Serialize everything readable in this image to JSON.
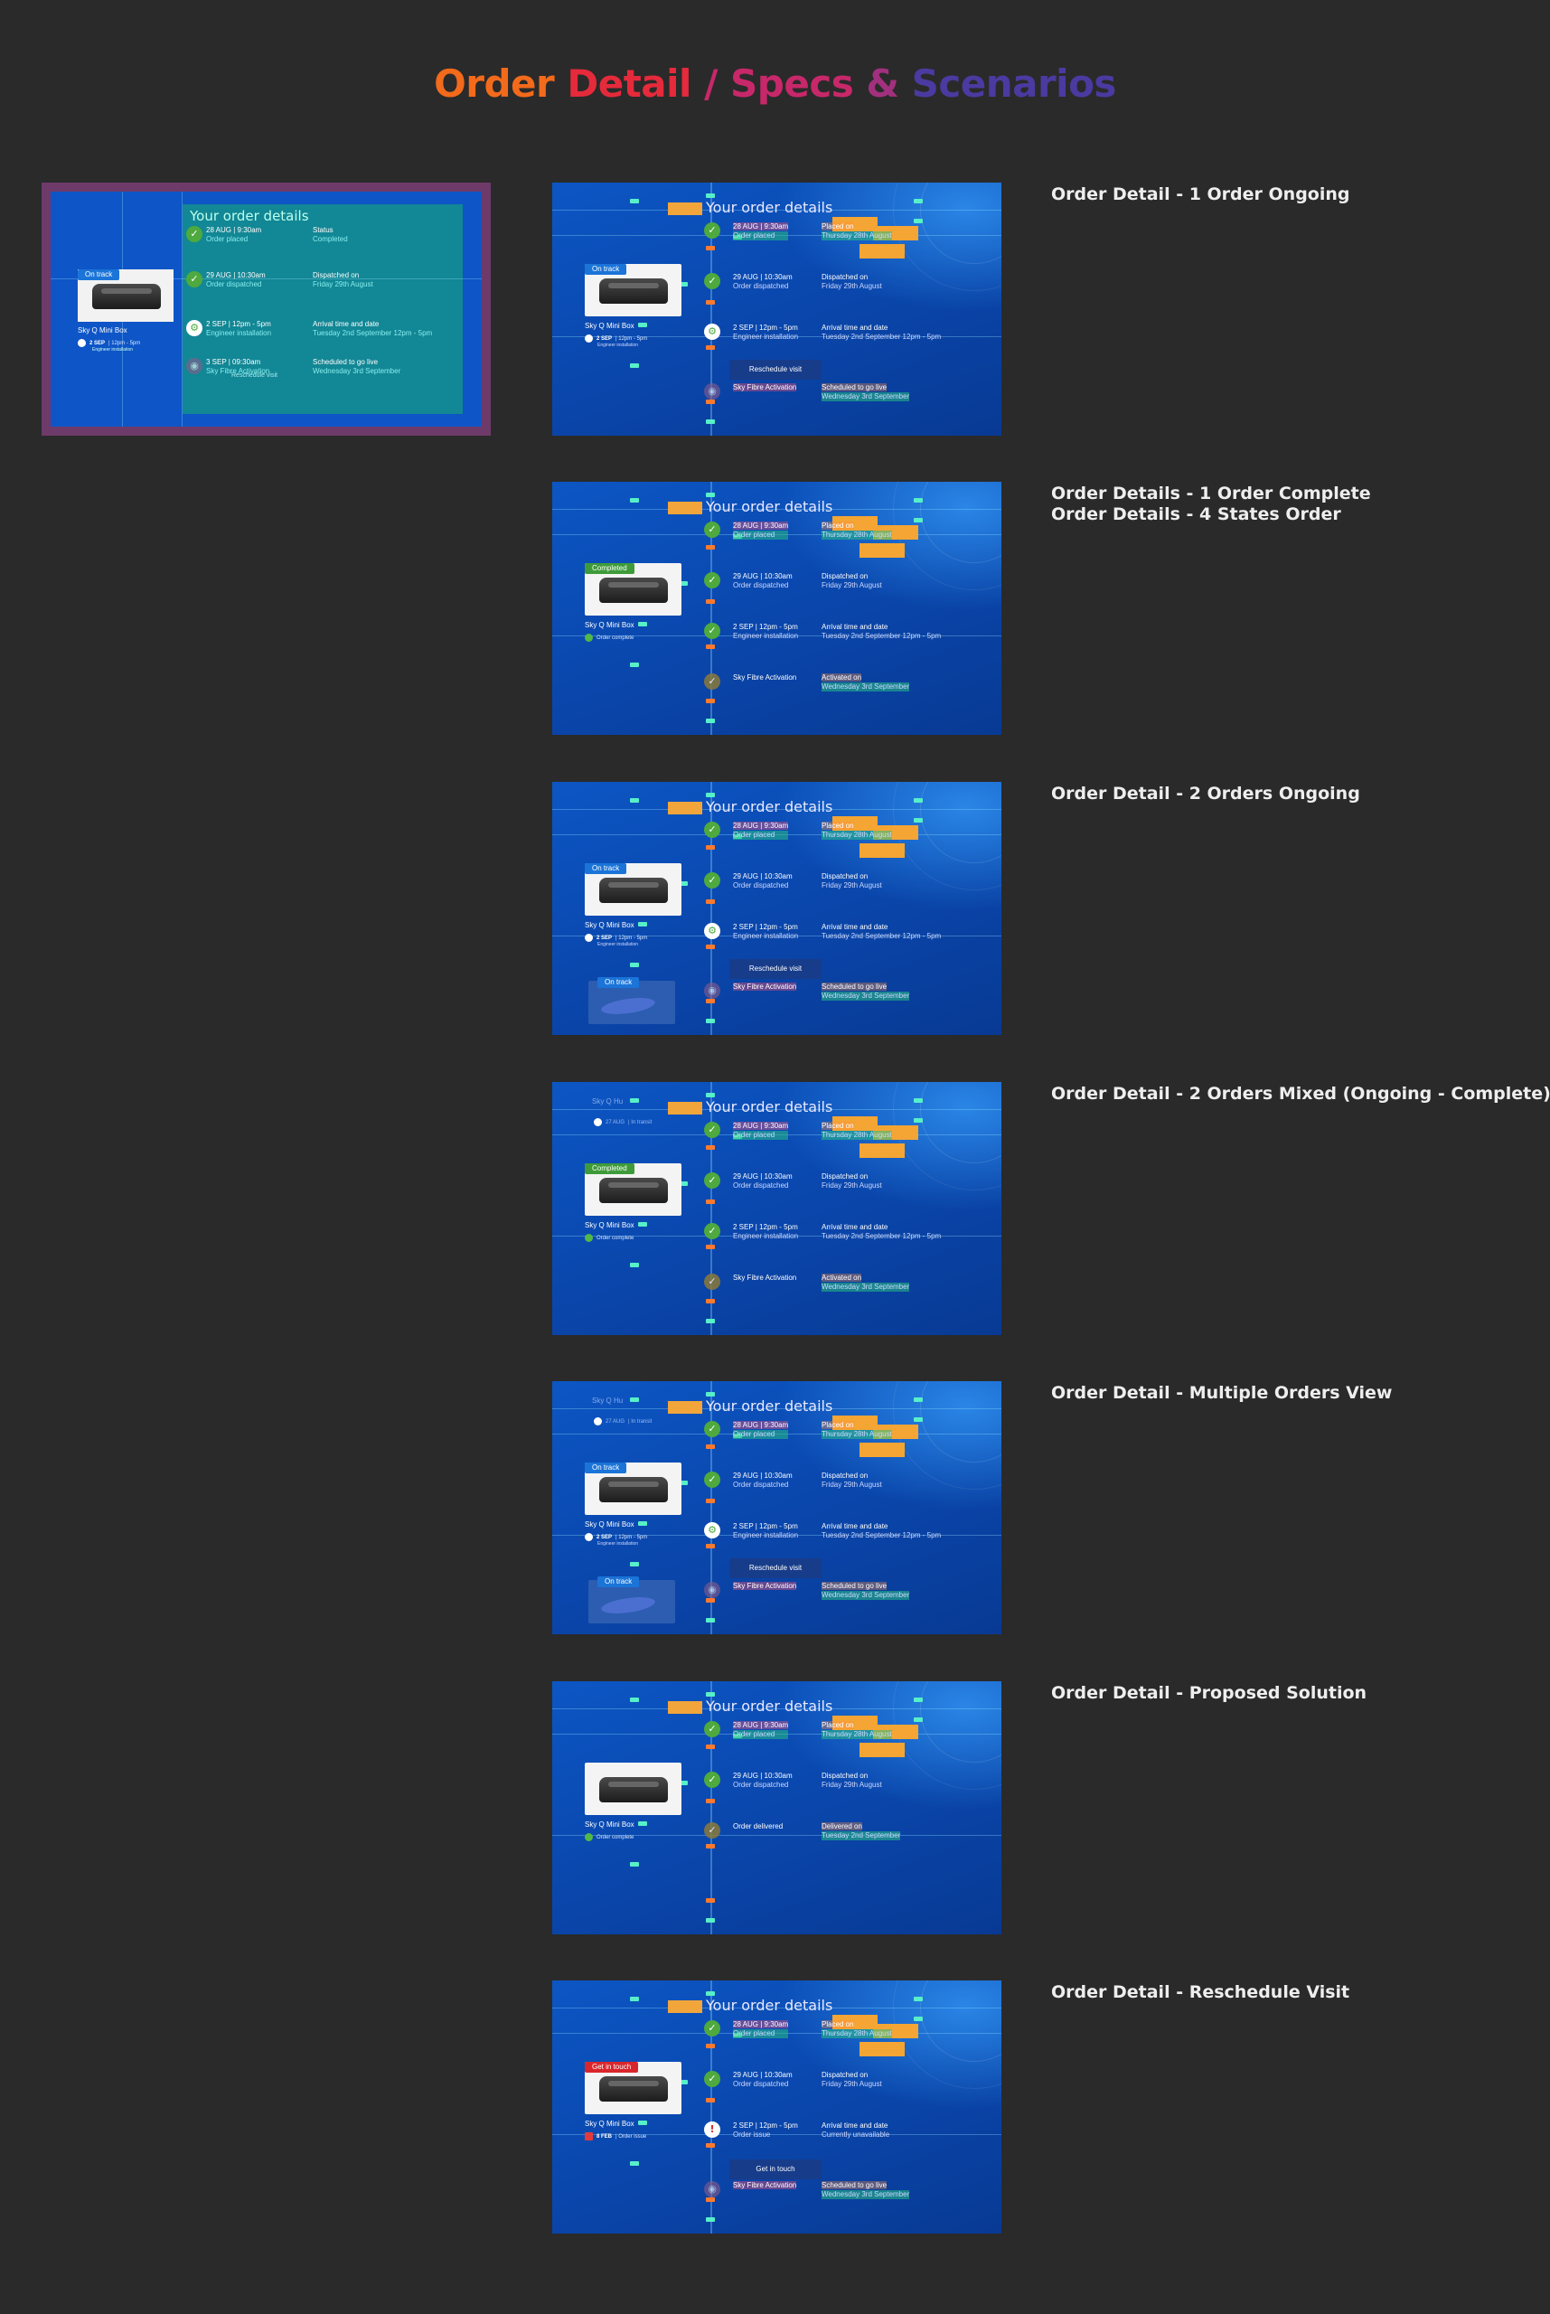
{
  "heading": {
    "parts": [
      {
        "text": "Order ",
        "color": "#f26a1b"
      },
      {
        "text": "Detail ",
        "color": "#e52a3b"
      },
      {
        "text": "/ Specs ",
        "color": "#c7286a"
      },
      {
        "text": "& ",
        "color": "#a2307e"
      },
      {
        "text": "Scenarios",
        "color": "#4b3aa0"
      }
    ]
  },
  "spec": {
    "title": "Your order details",
    "badge": "On track",
    "product": "Sky Q Mini Box",
    "status_date": "2 SEP",
    "status_text": "| 12pm - 5pm",
    "status_sub": "Engineer installation",
    "steps": [
      {
        "l1": "28 AUG | 9:30am",
        "l2": "Order placed",
        "r1": "Status",
        "r2": "Completed"
      },
      {
        "l1": "29 AUG | 10:30am",
        "l2": "Order dispatched",
        "r1": "Dispatched on",
        "r2": "Friday 29th August"
      },
      {
        "l1": "2 SEP | 12pm - 5pm",
        "l2": "Engineer installation",
        "r1": "Arrival time and date",
        "r2": "Tuesday 2nd September 12pm - 5pm"
      },
      {
        "l1": "3 SEP | 09:30am",
        "l2": "Sky Fibre Activation",
        "r1": "Scheduled to go live",
        "r2": "Wednesday 3rd September"
      }
    ],
    "cta": "Reschedule visit"
  },
  "frames": [
    {
      "label_lines": [
        "Order Detail - 1 Order Ongoing"
      ],
      "title": "Your order details",
      "badge": "On track",
      "badge_class": "b-blue",
      "product": "Sky Q Mini Box",
      "pstat_date": "2 SEP",
      "pstat_text": "| 12pm - 5pm",
      "pstat_sub": "Engineer installation",
      "steps": [
        {
          "icon": "✓",
          "cls": "i-ok",
          "l1": "28 AUG | 9:30am",
          "l2": "Order placed",
          "r1": "Placed on",
          "r2": "Thursday 28th August"
        },
        {
          "icon": "✓",
          "cls": "i-ok",
          "l1": "29 AUG | 10:30am",
          "l2": "Order dispatched",
          "r1": "Dispatched on",
          "r2": "Friday 29th August"
        },
        {
          "icon": "⚙",
          "cls": "i-w",
          "l1": "2 SEP | 12pm - 5pm",
          "l2": "Engineer installation",
          "r1": "Arrival time and date",
          "r2": "Tuesday 2nd September 12pm - 5pm"
        },
        {
          "icon": "◉",
          "cls": "i-fb",
          "l1": "Sky Fibre Activation",
          "l2": "",
          "r1": "Scheduled to go live",
          "r2": "Wednesday 3rd September"
        }
      ],
      "cta": "Reschedule visit"
    },
    {
      "label_lines": [
        "Order Details - 1 Order Complete",
        "Order Details - 4 States Order"
      ],
      "title": "Your order details",
      "badge": "Completed",
      "badge_class": "b-green",
      "product": "Sky Q Mini Box",
      "pstat_date": "",
      "pstat_text": "Order complete",
      "pstat_sub": "",
      "steps": [
        {
          "icon": "✓",
          "cls": "i-ok",
          "l1": "28 AUG | 9:30am",
          "l2": "Order placed",
          "r1": "Placed on",
          "r2": "Thursday 28th August"
        },
        {
          "icon": "✓",
          "cls": "i-ok",
          "l1": "29 AUG | 10:30am",
          "l2": "Order dispatched",
          "r1": "Dispatched on",
          "r2": "Friday 29th August"
        },
        {
          "icon": "✓",
          "cls": "i-ok",
          "l1": "2 SEP | 12pm - 5pm",
          "l2": "Engineer installation",
          "r1": "Arrival time and date",
          "r2": "Tuesday 2nd September 12pm - 5pm"
        },
        {
          "icon": "✓",
          "cls": "i-dim",
          "l1": "Sky Fibre Activation",
          "l2": "",
          "r1": "Activated on",
          "r2": "Wednesday 3rd September"
        }
      ],
      "cta": ""
    },
    {
      "label_lines": [
        "Order Detail - 2 Orders Ongoing"
      ],
      "title": "Your order details",
      "badge": "On track",
      "badge_class": "b-blue",
      "product": "Sky Q Mini Box",
      "pstat_date": "2 SEP",
      "pstat_text": "| 12pm - 5pm",
      "pstat_sub": "Engineer installation",
      "second_badge": "On track",
      "steps": [
        {
          "icon": "✓",
          "cls": "i-ok",
          "l1": "28 AUG | 9:30am",
          "l2": "Order placed",
          "r1": "Placed on",
          "r2": "Thursday 28th August"
        },
        {
          "icon": "✓",
          "cls": "i-ok",
          "l1": "29 AUG | 10:30am",
          "l2": "Order dispatched",
          "r1": "Dispatched on",
          "r2": "Friday 29th August"
        },
        {
          "icon": "⚙",
          "cls": "i-w",
          "l1": "2 SEP | 12pm - 5pm",
          "l2": "Engineer installation",
          "r1": "Arrival time and date",
          "r2": "Tuesday 2nd September 12pm - 5pm"
        },
        {
          "icon": "◉",
          "cls": "i-fb",
          "l1": "Sky Fibre Activation",
          "l2": "",
          "r1": "Scheduled to go live",
          "r2": "Wednesday 3rd September"
        }
      ],
      "cta": "Reschedule visit"
    },
    {
      "label_lines": [
        "Order Detail - 2 Orders Mixed (Ongoing - Complete)"
      ],
      "title": "Your order details",
      "badge": "Completed",
      "badge_class": "b-green",
      "product": "Sky Q Mini Box",
      "pstat_date": "",
      "pstat_text": "Order complete",
      "pstat_sub": "",
      "ghost_name": "Sky Q Hu",
      "ghost_date": "27 AUG",
      "ghost_text": "| In transit",
      "steps": [
        {
          "icon": "✓",
          "cls": "i-ok",
          "l1": "28 AUG | 9:30am",
          "l2": "Order placed",
          "r1": "Placed on",
          "r2": "Thursday 28th August"
        },
        {
          "icon": "✓",
          "cls": "i-ok",
          "l1": "29 AUG | 10:30am",
          "l2": "Order dispatched",
          "r1": "Dispatched on",
          "r2": "Friday 29th August"
        },
        {
          "icon": "✓",
          "cls": "i-ok",
          "l1": "2 SEP | 12pm - 5pm",
          "l2": "Engineer installation",
          "r1": "Arrival time and date",
          "r2": "Tuesday 2nd September 12pm - 5pm"
        },
        {
          "icon": "✓",
          "cls": "i-dim",
          "l1": "Sky Fibre Activation",
          "l2": "",
          "r1": "Activated on",
          "r2": "Wednesday 3rd September"
        }
      ],
      "cta": ""
    },
    {
      "label_lines": [
        "Order Detail - Multiple Orders View"
      ],
      "title": "Your order details",
      "badge": "On track",
      "badge_class": "b-blue",
      "product": "Sky Q Mini Box",
      "pstat_date": "2 SEP",
      "pstat_text": "| 12pm - 5pm",
      "pstat_sub": "Engineer installation",
      "ghost_name": "Sky Q Hu",
      "ghost_date": "27 AUG",
      "ghost_text": "| In transit",
      "second_badge": "On track",
      "steps": [
        {
          "icon": "✓",
          "cls": "i-ok",
          "l1": "28 AUG | 9:30am",
          "l2": "Order placed",
          "r1": "Placed on",
          "r2": "Thursday 28th August"
        },
        {
          "icon": "✓",
          "cls": "i-ok",
          "l1": "29 AUG | 10:30am",
          "l2": "Order dispatched",
          "r1": "Dispatched on",
          "r2": "Friday 29th August"
        },
        {
          "icon": "⚙",
          "cls": "i-w",
          "l1": "2 SEP | 12pm - 5pm",
          "l2": "Engineer installation",
          "r1": "Arrival time and date",
          "r2": "Tuesday 2nd September 12pm - 5pm"
        },
        {
          "icon": "◉",
          "cls": "i-fb",
          "l1": "Sky Fibre Activation",
          "l2": "",
          "r1": "Scheduled to go live",
          "r2": "Wednesday 3rd September"
        }
      ],
      "cta": "Reschedule visit"
    },
    {
      "label_lines": [
        "Order Detail - Proposed Solution"
      ],
      "title": "Your order details",
      "badge": "",
      "badge_class": "",
      "product": "Sky Q Mini Box",
      "pstat_date": "",
      "pstat_text": "Order complete",
      "pstat_sub": "",
      "steps": [
        {
          "icon": "✓",
          "cls": "i-ok",
          "l1": "28 AUG | 9:30am",
          "l2": "Order placed",
          "r1": "Placed on",
          "r2": "Thursday 28th August"
        },
        {
          "icon": "✓",
          "cls": "i-ok",
          "l1": "29 AUG | 10:30am",
          "l2": "Order dispatched",
          "r1": "Dispatched on",
          "r2": "Friday 29th August"
        },
        {
          "icon": "✓",
          "cls": "i-dim",
          "l1": "Order delivered",
          "l2": "",
          "r1": "Delivered on",
          "r2": "Tuesday 2nd September"
        }
      ],
      "cta": ""
    },
    {
      "label_lines": [
        "Order Detail - Reschedule Visit"
      ],
      "title": "Your order details",
      "badge": "Get in touch",
      "badge_class": "b-red",
      "product": "Sky Q Mini Box",
      "pstat_date": "8 FEB",
      "pstat_text": "| Order issue",
      "pstat_sub": "",
      "pstat_err": true,
      "steps": [
        {
          "icon": "✓",
          "cls": "i-ok",
          "l1": "28 AUG | 9:30am",
          "l2": "Order placed",
          "r1": "Placed on",
          "r2": "Thursday 28th August"
        },
        {
          "icon": "✓",
          "cls": "i-ok",
          "l1": "29 AUG | 10:30am",
          "l2": "Order dispatched",
          "r1": "Dispatched on",
          "r2": "Friday 29th August"
        },
        {
          "icon": "!",
          "cls": "i-err",
          "l1": "2 SEP | 12pm - 5pm",
          "l2": "Order issue",
          "r1": "Arrival time and date",
          "r2": "Currently unavailable"
        },
        {
          "icon": "◉",
          "cls": "i-fb",
          "l1": "Sky Fibre Activation",
          "l2": "",
          "r1": "Scheduled to go live",
          "r2": "Wednesday 3rd September"
        }
      ],
      "cta": "Get in touch"
    }
  ]
}
